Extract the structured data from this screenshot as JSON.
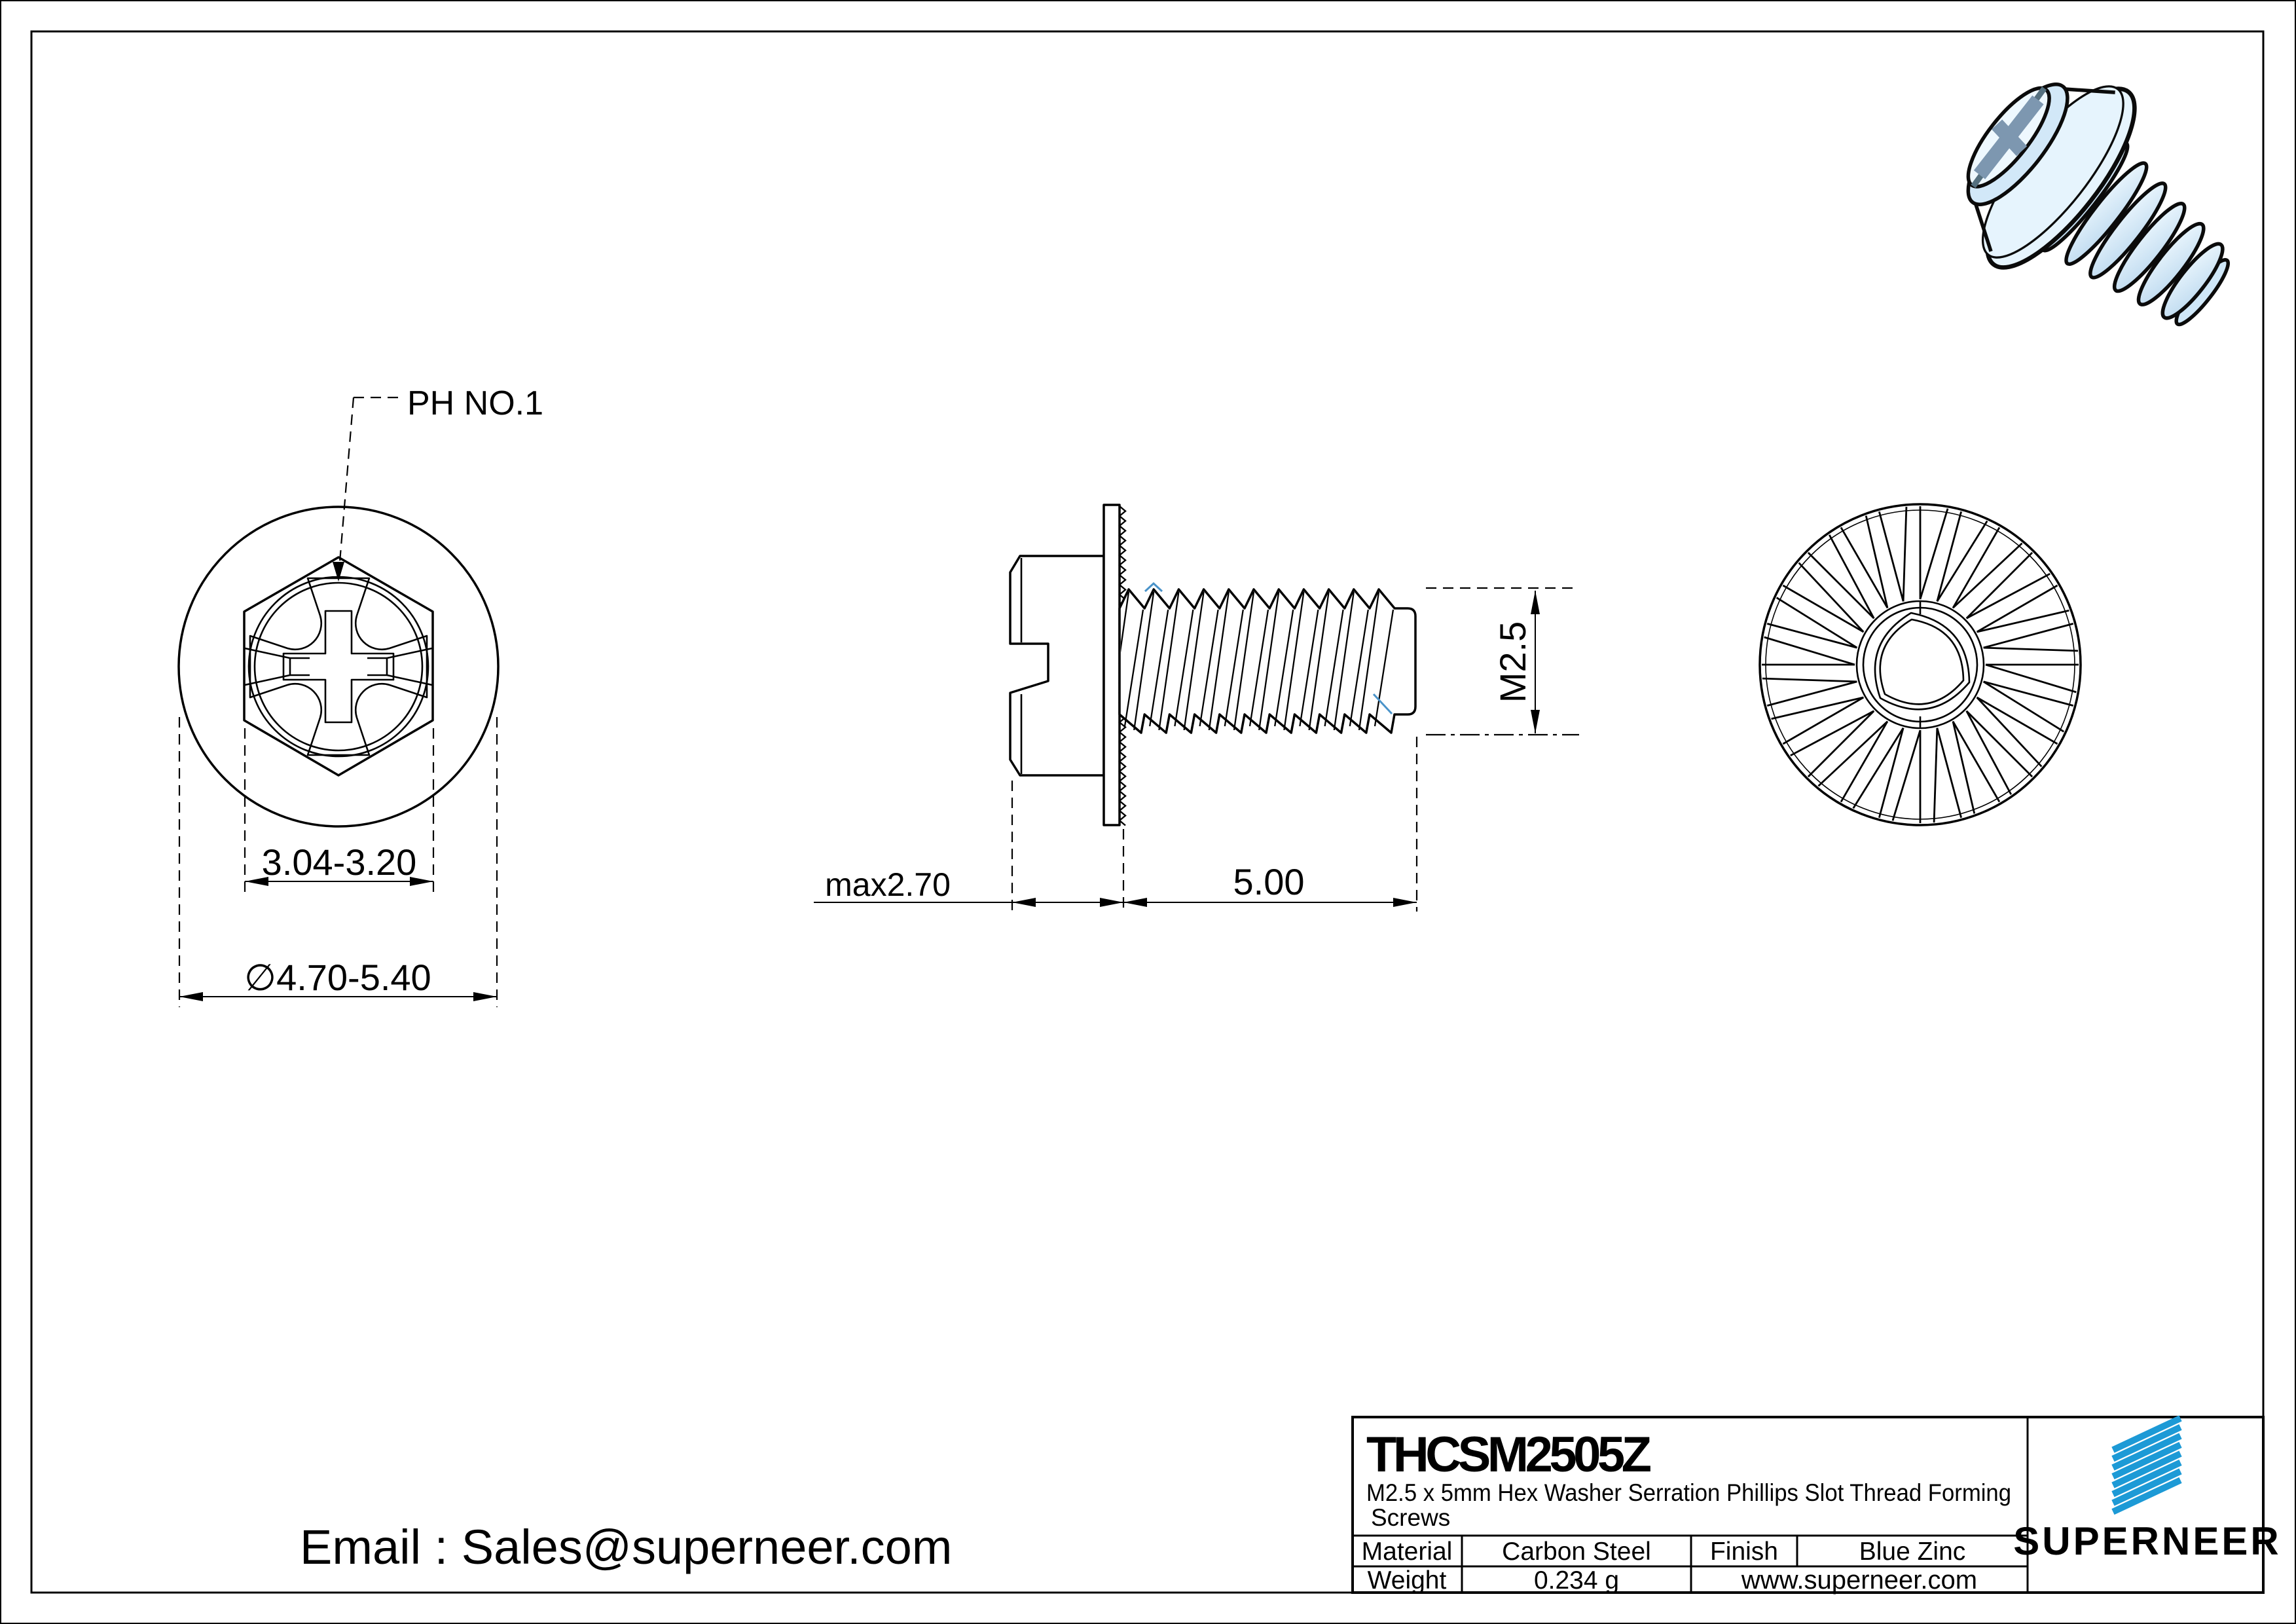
{
  "drawing": {
    "ph_label": "PH NO.1",
    "dim_hex_width": "3.04-3.20",
    "dim_washer_dia": "∅4.70-5.40",
    "dim_head_height": "max2.70",
    "dim_thread_len": "5.00",
    "dim_thread_size": "M2.5"
  },
  "contact": {
    "email": "Email : Sales@superneer.com"
  },
  "title_block": {
    "part_number": "THCSM2505Z",
    "description_line1": "M2.5 x 5mm Hex Washer Serration Phillips Slot Thread Forming",
    "description_line2": "Screws",
    "material_label": "Material",
    "material_value": "Carbon Steel",
    "finish_label": "Finish",
    "finish_value": "Blue Zinc",
    "weight_label": "Weight",
    "weight_value": "0.234 g",
    "website": "www.superneer.com",
    "brand": "SUPERNEER"
  },
  "colors": {
    "brand_blue": "#1d9ad6",
    "cad_highlight_blue": "#4a93c9",
    "screw_body_blue": "#e6f4fd"
  }
}
